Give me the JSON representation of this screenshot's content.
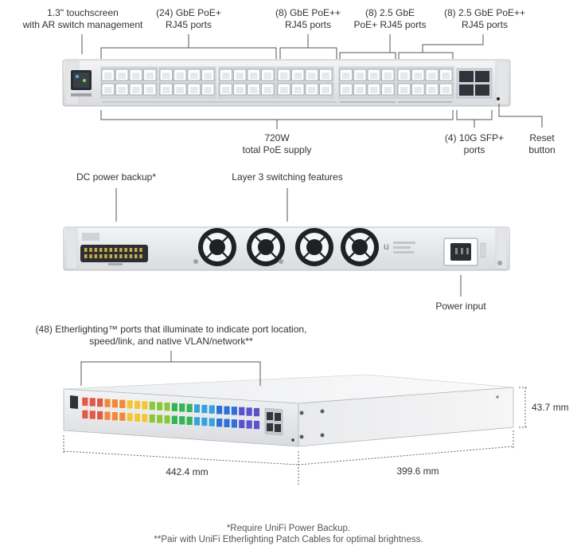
{
  "top_panel": {
    "callouts": {
      "touchscreen": "1.3\" touchscreen\nwith AR switch management",
      "gbe_poe": "(24) GbE PoE+\nRJ45 ports",
      "gbe_poepp": "(8) GbE PoE++\nRJ45 ports",
      "ge25_poe": "(8) 2.5 GbE\nPoE+ RJ45 ports",
      "ge25_poepp": "(8) 2.5 GbE PoE++\nRJ45 ports",
      "poe_supply": "720W\ntotal PoE supply",
      "sfp": "(4) 10G SFP+\nports",
      "reset": "Reset\nbutton"
    }
  },
  "rear_panel": {
    "callouts": {
      "dc_backup": "DC power backup*",
      "layer3": "Layer 3 switching features",
      "power_input": "Power input"
    }
  },
  "perspective": {
    "callouts": {
      "etherlighting": "(48) Etherlighting™ ports that illuminate to indicate port location,\nspeed/link, and native VLAN/network**",
      "height": "43.7 mm",
      "width": "442.4 mm",
      "depth": "399.6 mm"
    },
    "port_colors": [
      "#e05a4a",
      "#ef8a3c",
      "#f2c53d",
      "#8cc63f",
      "#38b25a",
      "#3aa2d8",
      "#2f6fd6",
      "#5a53c9"
    ]
  },
  "footnotes": {
    "line1": "*Require UniFi Power Backup.",
    "line2": "**Pair with UniFi Etherlighting Patch Cables for optimal brightness."
  }
}
